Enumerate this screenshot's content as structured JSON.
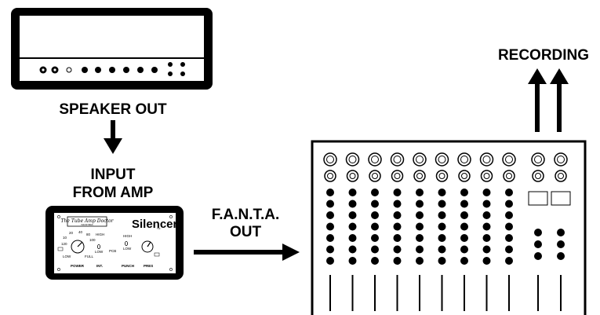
{
  "labels": {
    "speaker_out": "SPEAKER OUT",
    "input_line1": "INPUT",
    "input_line2": "FROM  AMP",
    "fanta_line1": "F.A.N.T.A.",
    "fanta_line2": "OUT",
    "recording": "RECORDING"
  },
  "silencer_panel": {
    "logo_script": "The Tube Amp Doctor",
    "logo_sub": "INDUSTRIES",
    "brand": "Silencer",
    "brand_mark": "TM",
    "knob_labels": {
      "power": "POWER",
      "int": "INT.",
      "punch": "PUNCH",
      "pres": "PRES",
      "low": "LOW",
      "full": "FULL",
      "high1": "HIGH",
      "low_b": "LOW",
      "high2": "HIGH",
      "low_c": "LOW",
      "pcb": "PCB"
    },
    "scale": [
      "10",
      "20",
      "40",
      "80",
      "100",
      "120"
    ]
  },
  "mixer": {
    "input_channels": 9,
    "aux_channels": 2
  }
}
